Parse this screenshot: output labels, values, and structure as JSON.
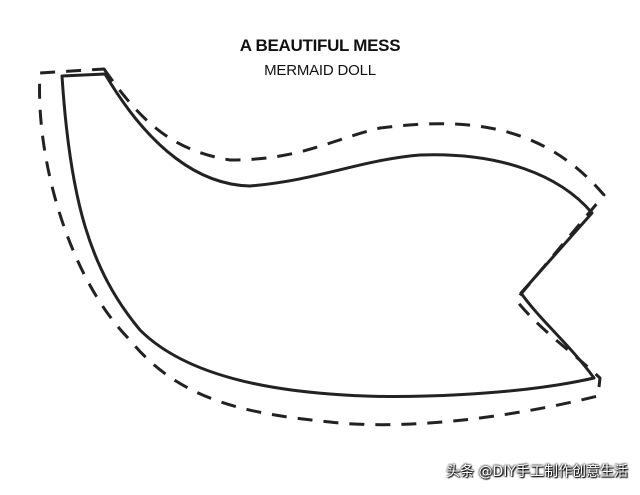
{
  "header": {
    "title": "A BEAUTIFUL MESS",
    "subtitle": "MERMAID DOLL"
  },
  "watermark": "头条 @DIY手工制作创意生活",
  "colors": {
    "background": "#ffffff",
    "line": "#222222"
  }
}
